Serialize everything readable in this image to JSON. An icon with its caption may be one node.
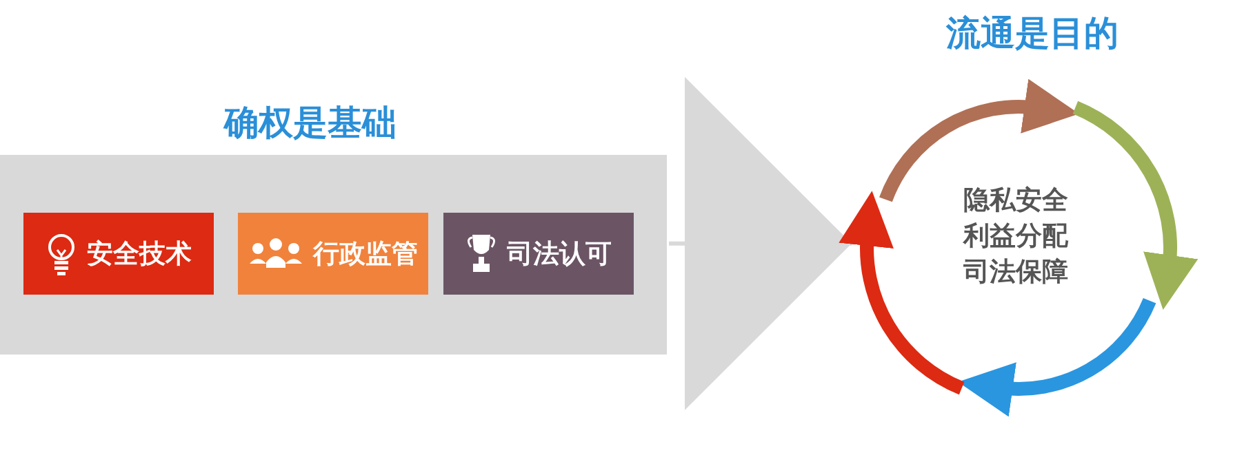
{
  "diagram": {
    "nodes": [
      {
        "text": [
          "确权是基础"
        ]
      },
      {
        "text": [
          "安全技术"
        ],
        "in": 0
      },
      {
        "text": [
          "行政监管"
        ],
        "in": 0
      },
      {
        "text": [
          "司法认可"
        ],
        "in": 0
      },
      {
        "text": [
          "流通是目的",
          "隐私安全",
          "利益分配",
          "司法保障"
        ]
      }
    ],
    "edges": [
      {
        "from": 0,
        "to": 4,
        "arrow": "to"
      }
    ]
  }
}
